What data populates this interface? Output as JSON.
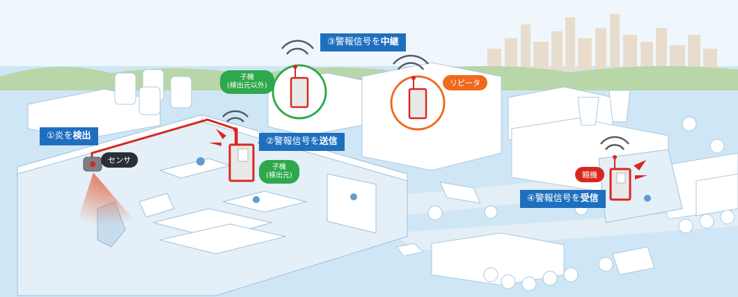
{
  "colors": {
    "accent_blue": "#1f6fbf",
    "signal_red": "#d7281e",
    "repeater_orange": "#ef6a1e",
    "child_green": "#2ea84a",
    "sensor_label": "#2a2f36"
  },
  "callouts": {
    "step1": {
      "prefix": "①炎を",
      "strong": "検出"
    },
    "step2": {
      "prefix": "②警報信号を",
      "strong": "送信"
    },
    "step3": {
      "prefix": "③警報信号を",
      "strong": "中継"
    },
    "step4": {
      "prefix": "④警報信号を",
      "strong": "受信"
    }
  },
  "labels": {
    "sensor": "センサ",
    "repeater": "リピータ",
    "parent_unit": "親機",
    "child_unit_source": {
      "line1": "子機",
      "line2": "(検出元)"
    },
    "child_unit_other": {
      "line1": "子機",
      "line2": "(検出元以外)"
    }
  },
  "icons": [
    "flame-sensor-icon",
    "alarm-transmitter-icon",
    "repeater-transmitter-icon",
    "parent-receiver-icon",
    "radio-wave-icon",
    "alert-burst-icon"
  ]
}
